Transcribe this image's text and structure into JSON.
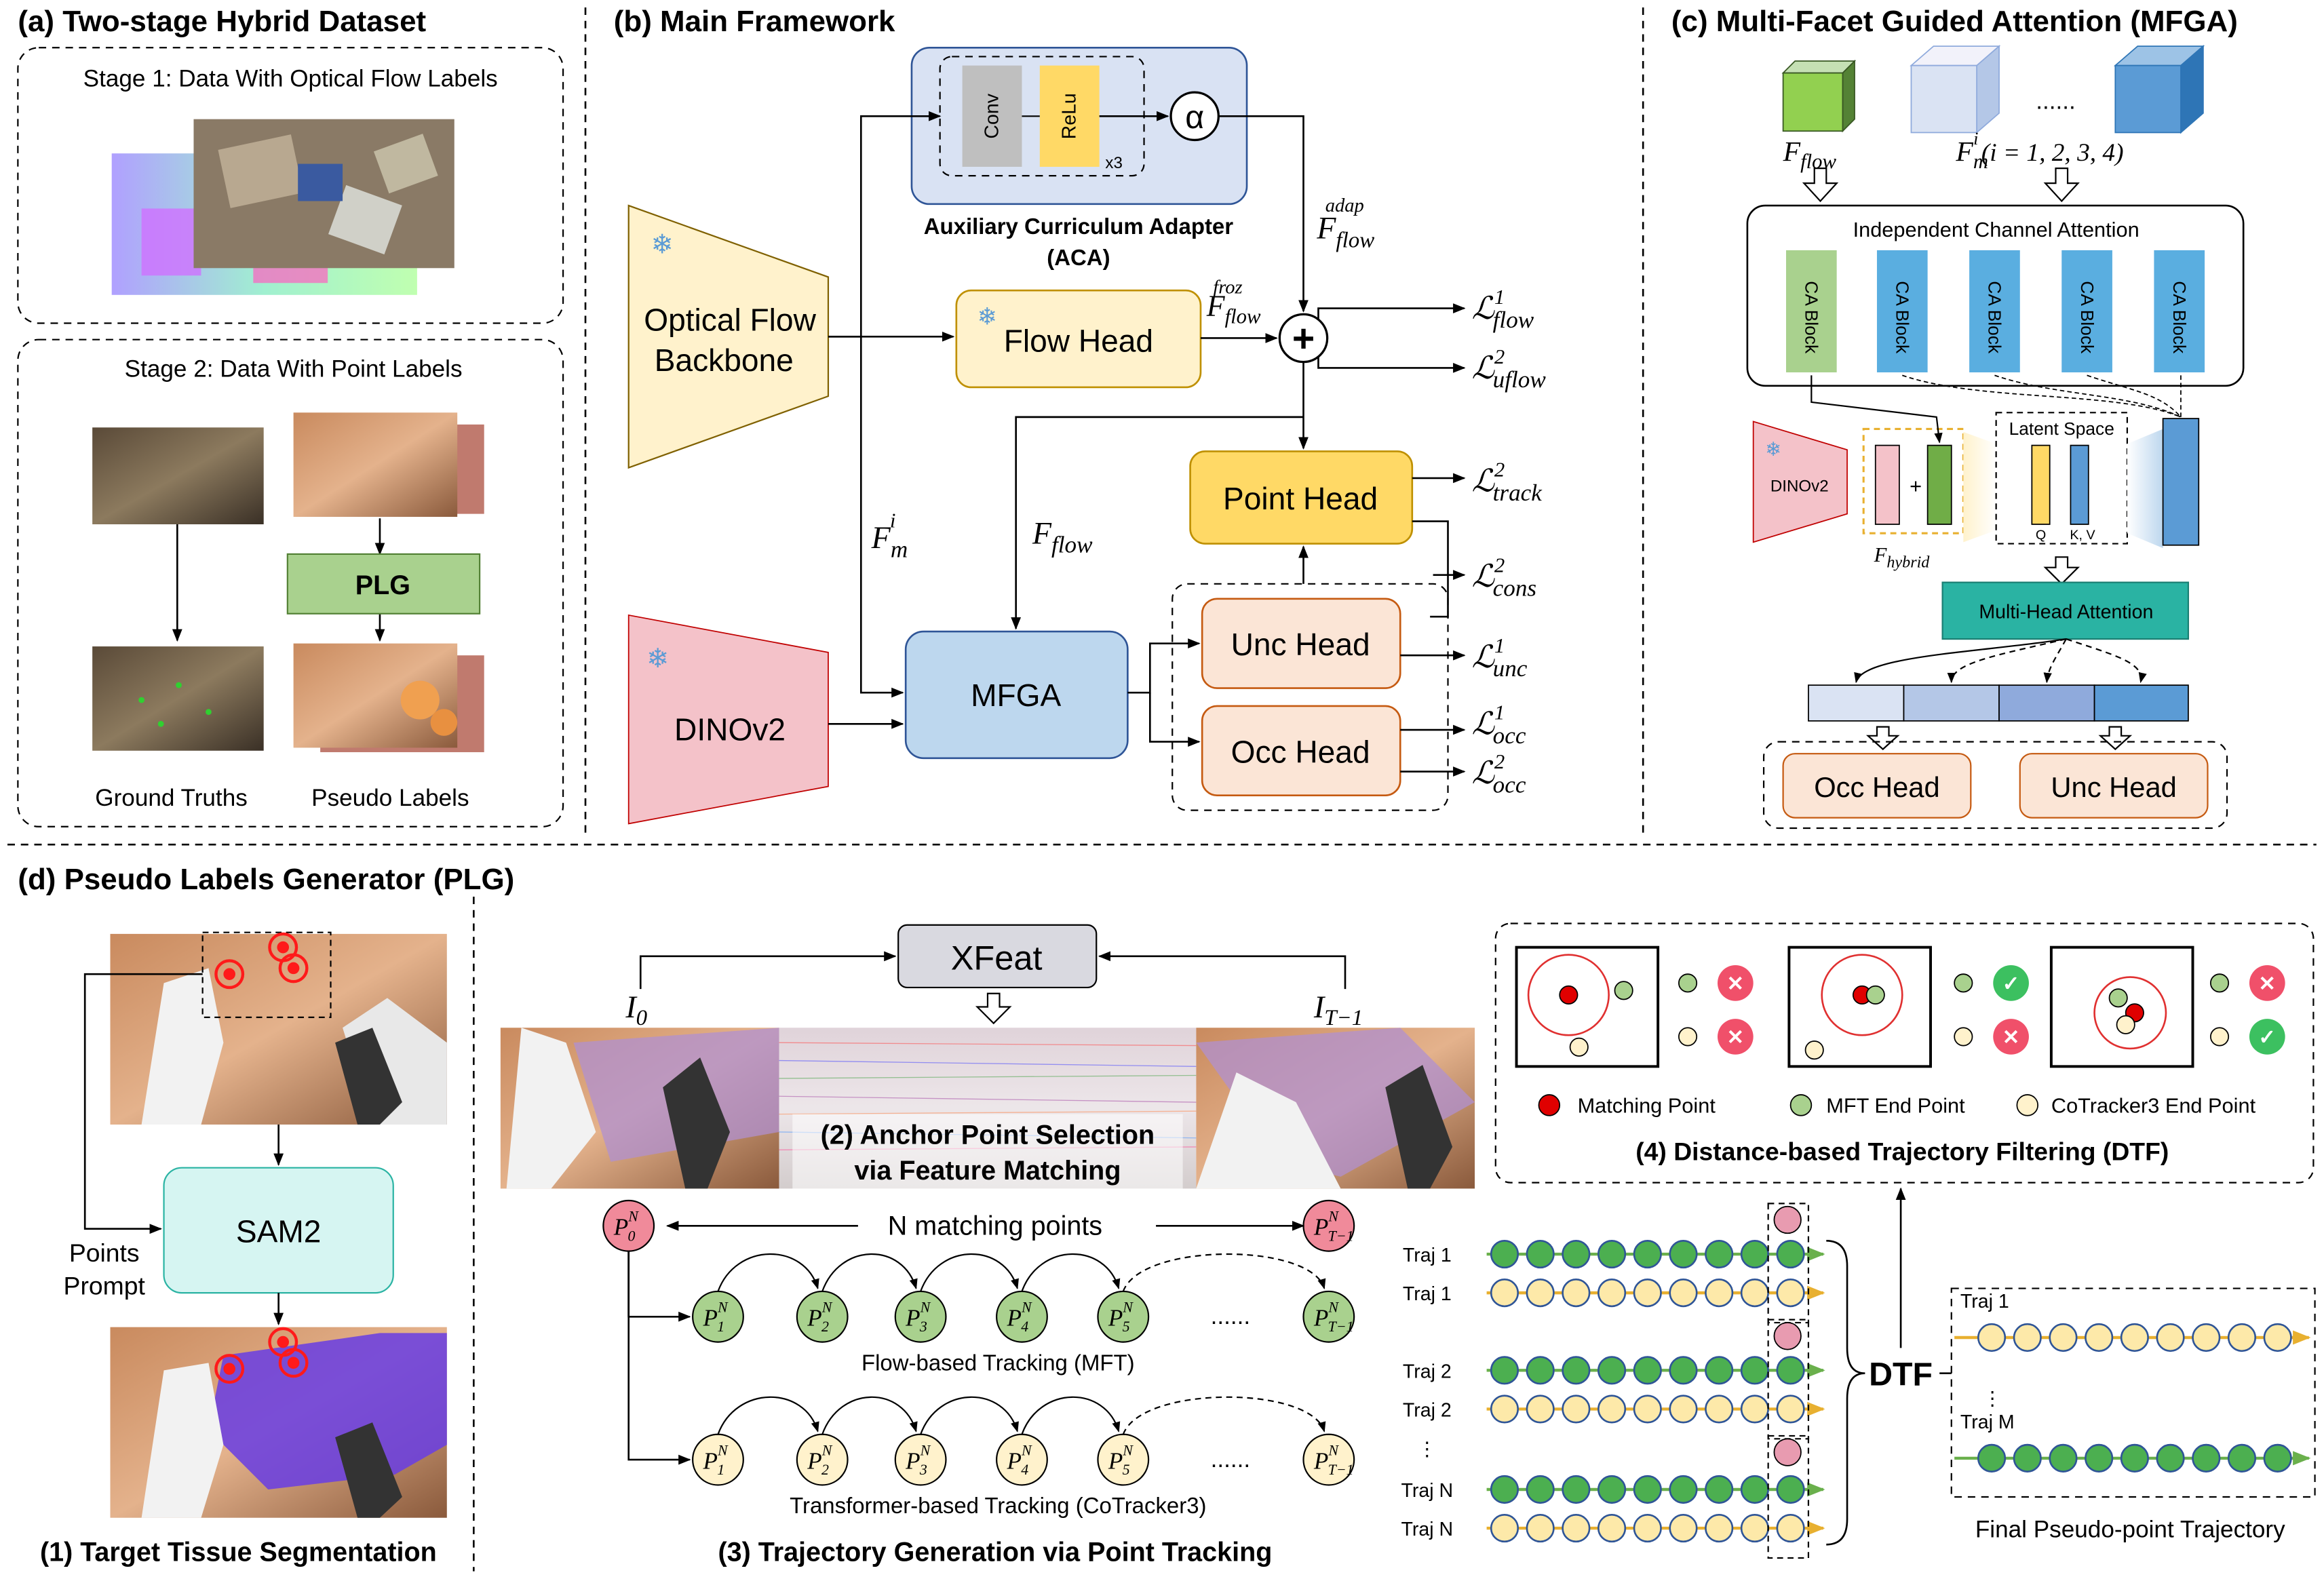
{
  "panels": {
    "a": {
      "title": "(a) Two-stage Hybrid Dataset",
      "stage1": "Stage 1: Data With Optical Flow Labels",
      "stage2": "Stage 2: Data With Point Labels",
      "plg": "PLG",
      "ground_truths": "Ground Truths",
      "pseudo_labels": "Pseudo Labels"
    },
    "b": {
      "title": "(b) Main Framework",
      "conv": "Conv",
      "relu": "ReLu",
      "x3": "x3",
      "alpha": "α",
      "aca_line1": "Auxiliary Curriculum Adapter",
      "aca_line2": "(ACA)",
      "backbone_line1": "Optical Flow",
      "backbone_line2": "Backbone",
      "flow_head": "Flow Head",
      "point_head": "Point Head",
      "dinov2": "DINOv2",
      "mfga": "MFGA",
      "unc_head": "Unc Head",
      "occ_head": "Occ Head",
      "plus": "+",
      "snow": "❄",
      "f_flow_adap": "F",
      "f_flow_adap_sub": "flow",
      "f_flow_adap_sup": "adap",
      "f_flow_froz": "F",
      "f_flow_froz_sub": "flow",
      "f_flow_froz_sup": "froz",
      "f_flow": "F",
      "f_flow_sub": "flow",
      "f_m": "F",
      "f_m_sub": "m",
      "f_m_sup": "i",
      "loss_L": "ℒ",
      "losses": [
        {
          "sub": "flow",
          "sup": "1"
        },
        {
          "sub": "uflow",
          "sup": "2"
        },
        {
          "sub": "track",
          "sup": "2"
        },
        {
          "sub": "cons",
          "sup": "2"
        },
        {
          "sub": "unc",
          "sup": "1"
        },
        {
          "sub": "occ",
          "sup": "1"
        },
        {
          "sub": "occ",
          "sup": "2"
        }
      ]
    },
    "c": {
      "title": "(c) Multi-Facet Guided Attention (MFGA)",
      "dots": "......",
      "f_flow": "F",
      "f_flow_sub": "flow",
      "f_m": "F",
      "f_m_sub": "m",
      "f_m_sup": "i",
      "f_m_cond": "(i = 1, 2, 3, 4)",
      "ica": "Independent Channel Attention",
      "ca_block": "CA Block",
      "dinov2": "DINOv2",
      "plus": "+",
      "latent": "Latent Space",
      "q": "Q",
      "kv": "K, V",
      "f_hybrid": "F",
      "f_hybrid_sub": "hybrid",
      "mha": "Multi-Head Attention",
      "occ_head": "Occ Head",
      "unc_head": "Unc Head"
    },
    "d": {
      "title": "(d) Pseudo Labels Generator (PLG)",
      "sam2": "SAM2",
      "points_prompt_1": "Points",
      "points_prompt_2": "Prompt",
      "seg_title": "(1) Target Tissue Segmentation",
      "xfeat": "XFeat",
      "i0": "I",
      "i0_sub": "0",
      "it": "I",
      "it_sub": "T−1",
      "anchor_1": "(2) Anchor Point Selection",
      "anchor_2": "via Feature Matching",
      "n_match": "N matching points",
      "p_letter": "P",
      "p_sup": "N",
      "p_subs": [
        "1",
        "2",
        "3",
        "4",
        "5"
      ],
      "p_first": "0",
      "p_last": "T−1",
      "ellipsis": "......",
      "mft_label": "Flow-based Tracking (MFT)",
      "cotracker_label": "Transformer-based Tracking (CoTracker3)",
      "traj_title": "(3) Trajectory Generation via Point Tracking",
      "traj_rows": [
        "Traj 1",
        "Traj 1",
        "Traj 2",
        "Traj 2",
        "⋮",
        "Traj N",
        "Traj N"
      ],
      "dtf": "DTF",
      "final_rows": [
        "Traj 1",
        "⋮",
        "Traj M"
      ],
      "final_title": "Final Pseudo-point Trajectory",
      "legend_matching": "Matching Point",
      "legend_mft": "MFT End Point",
      "legend_cotracker": "CoTracker3 End Point",
      "dtf_title": "(4) Distance-based Trajectory Filtering (DTF)"
    }
  },
  "colors": {
    "yellow": "#fff2cc",
    "pink": "#f4c2c9",
    "blue": "#bdd7ee",
    "green": "#a9d18e",
    "green_dark": "#70ad47",
    "teal": "#2ab3a3",
    "cyan": "#d6f5f2",
    "peach": "#fbe5d6",
    "gold": "#ffd966",
    "gray": "#bfbfbf",
    "red": "#e03030",
    "ca_blue": "#5aaee0",
    "point_green": "#4caf50",
    "point_yellow": "#fde9a9"
  }
}
